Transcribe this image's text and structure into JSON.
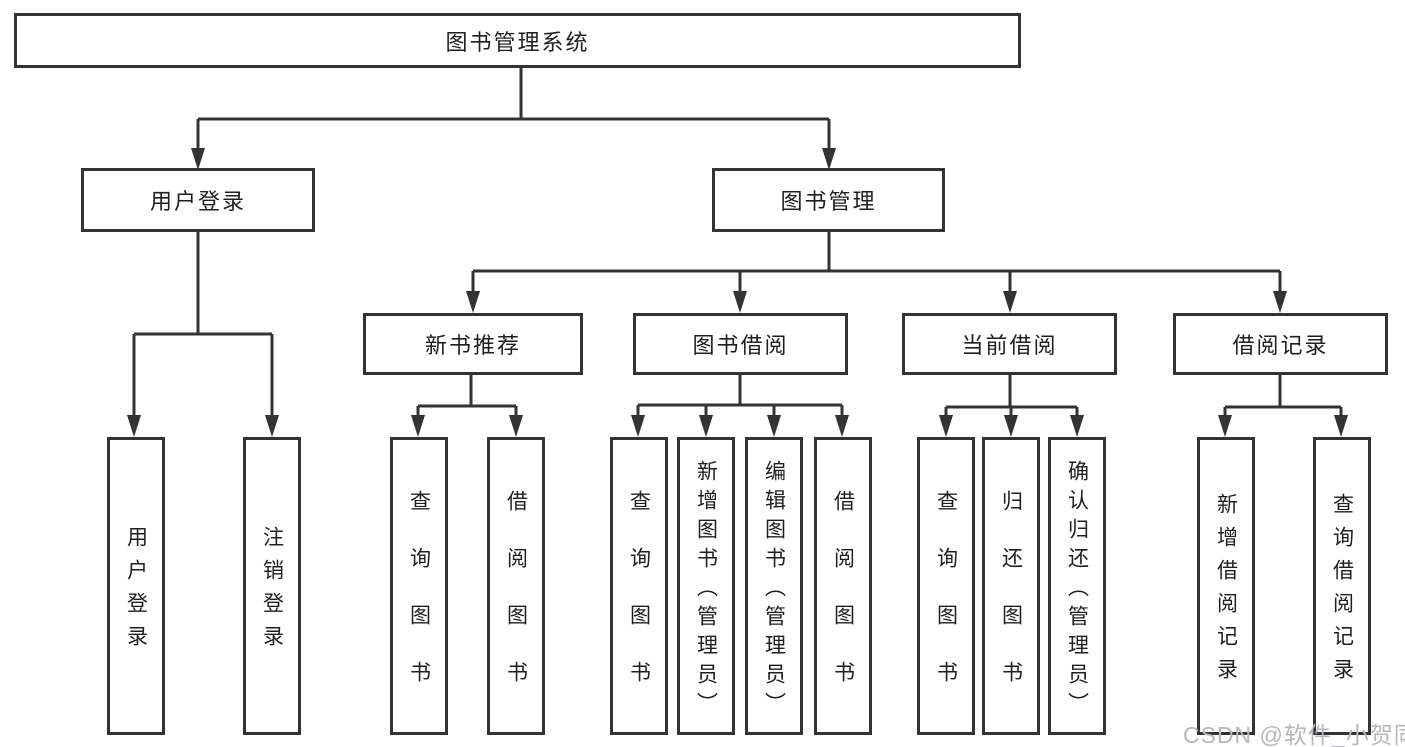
{
  "tree": {
    "root": {
      "label": "图书管理系统"
    },
    "branches": [
      {
        "label": "用户登录",
        "children": [
          {
            "label": "用户登录"
          },
          {
            "label": "注销登录"
          }
        ]
      },
      {
        "label": "图书管理",
        "children": [
          {
            "label": "新书推荐",
            "children": [
              {
                "label": "查询图书"
              },
              {
                "label": "借阅图书"
              }
            ]
          },
          {
            "label": "图书借阅",
            "children": [
              {
                "label": "查询图书"
              },
              {
                "label": "新增图书（管理员）"
              },
              {
                "label": "编辑图书（管理员）"
              },
              {
                "label": "借阅图书"
              }
            ]
          },
          {
            "label": "当前借阅",
            "children": [
              {
                "label": "查询图书"
              },
              {
                "label": "归还图书"
              },
              {
                "label": "确认归还（管理员）"
              }
            ]
          },
          {
            "label": "借阅记录",
            "children": [
              {
                "label": "新增借阅记录"
              },
              {
                "label": "查询借阅记录"
              }
            ]
          }
        ]
      }
    ]
  },
  "watermark": "CSDN @软件_小贺同学",
  "colors": {
    "line": "#333333",
    "box_border": "#333333",
    "text": "#1f1f1f",
    "watermark": "#b7b7bc",
    "background": "#ffffff"
  }
}
